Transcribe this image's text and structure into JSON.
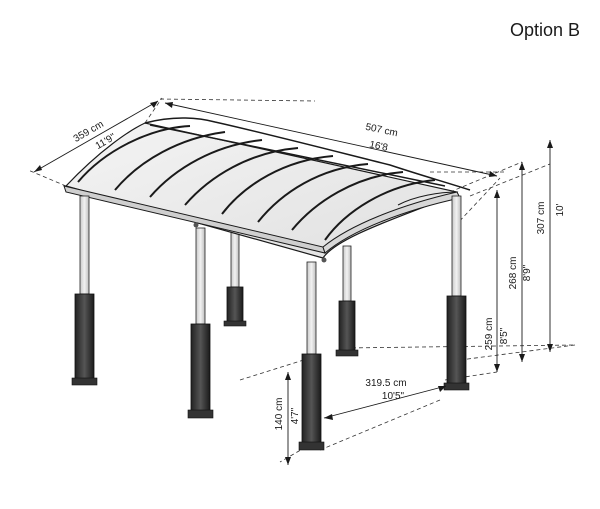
{
  "title": "Option B",
  "dimensions": {
    "width": {
      "metric": "359 cm",
      "imperial": "11'9\""
    },
    "length": {
      "metric": "507 cm",
      "imperial": "16'8"
    },
    "total_height": {
      "metric": "307 cm",
      "imperial": "10'"
    },
    "mid_height": {
      "metric": "268 cm",
      "imperial": "8'9\""
    },
    "eave_height": {
      "metric": "259 cm",
      "imperial": "8'5\""
    },
    "post_span": {
      "metric": "319.5 cm",
      "imperial": "10'5\""
    },
    "base_height": {
      "metric": "140 cm",
      "imperial": "4'7\""
    }
  }
}
